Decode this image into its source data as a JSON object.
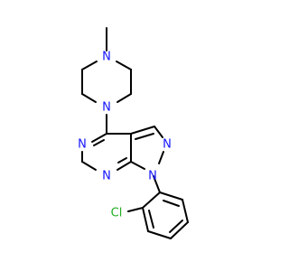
{
  "molecule": {
    "atoms": {
      "n_methyl": {
        "label": "N",
        "color": "#1414ff"
      },
      "n_pip": {
        "label": "N",
        "color": "#1414ff"
      },
      "n_pyr1": {
        "label": "N",
        "color": "#1414ff"
      },
      "n_pyr2": {
        "label": "N",
        "color": "#1414ff"
      },
      "n_pz1": {
        "label": "N",
        "color": "#1414ff"
      },
      "n_pz2": {
        "label": "N",
        "color": "#1414ff"
      },
      "cl": {
        "label": "Cl",
        "color": "#1faf1f"
      }
    }
  }
}
